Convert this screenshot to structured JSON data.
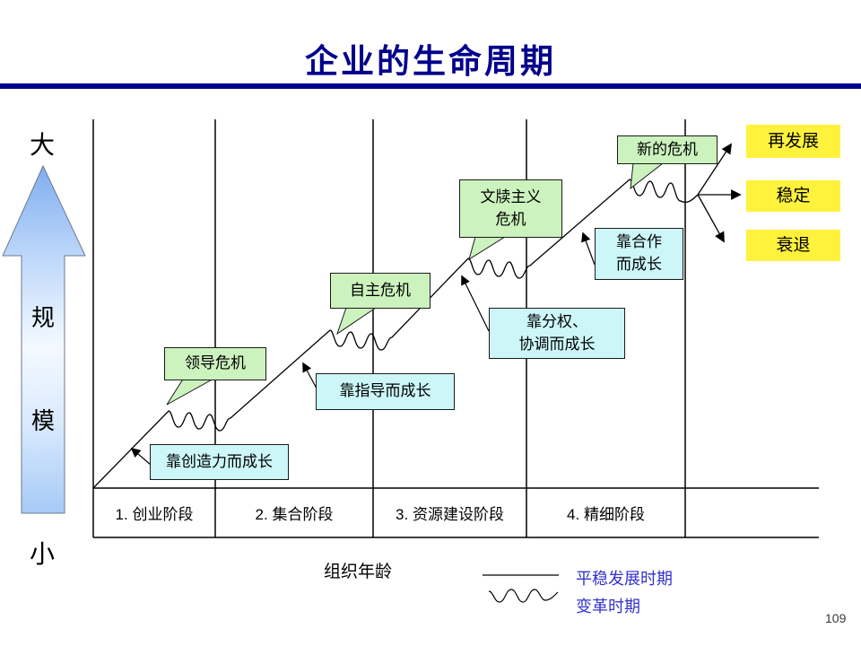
{
  "title": "企业的生命周期",
  "page_number": "109",
  "y_axis": {
    "top": "大",
    "scale_char1": "规",
    "scale_char2": "模",
    "bottom": "小"
  },
  "x_axis": {
    "label": "组织年龄",
    "stages": [
      "1. 创业阶段",
      "2. 集合阶段",
      "3. 资源建设阶段",
      "4. 精细阶段"
    ]
  },
  "crises": {
    "leadership": "领导危机",
    "autonomy": "自主危机",
    "bureaucracy_line1": "文牍主义",
    "bureaucracy_line2": "危机",
    "new_crisis": "新的危机"
  },
  "growth_modes": {
    "creativity": "靠创造力而成长",
    "direction": "靠指导而成长",
    "delegation_line1": "靠分权、",
    "delegation_line2": "协调而成长",
    "collaboration_line1": "靠合作",
    "collaboration_line2": "而成长"
  },
  "outcomes": {
    "redevelopment": "再发展",
    "stability": "稳定",
    "decline": "衰退"
  },
  "legend": {
    "smooth_period": "平稳发展时期",
    "change_period": "变革时期"
  },
  "colors": {
    "title_navy": "#00008B",
    "crisis_box_green": "#CCF2BE",
    "growth_box_cyan": "#CCF6F8",
    "outcome_box_yellow": "#FFF23C",
    "legend_text_blue": "#3333CC",
    "size_arrow_blue": "#7FAEEF"
  }
}
